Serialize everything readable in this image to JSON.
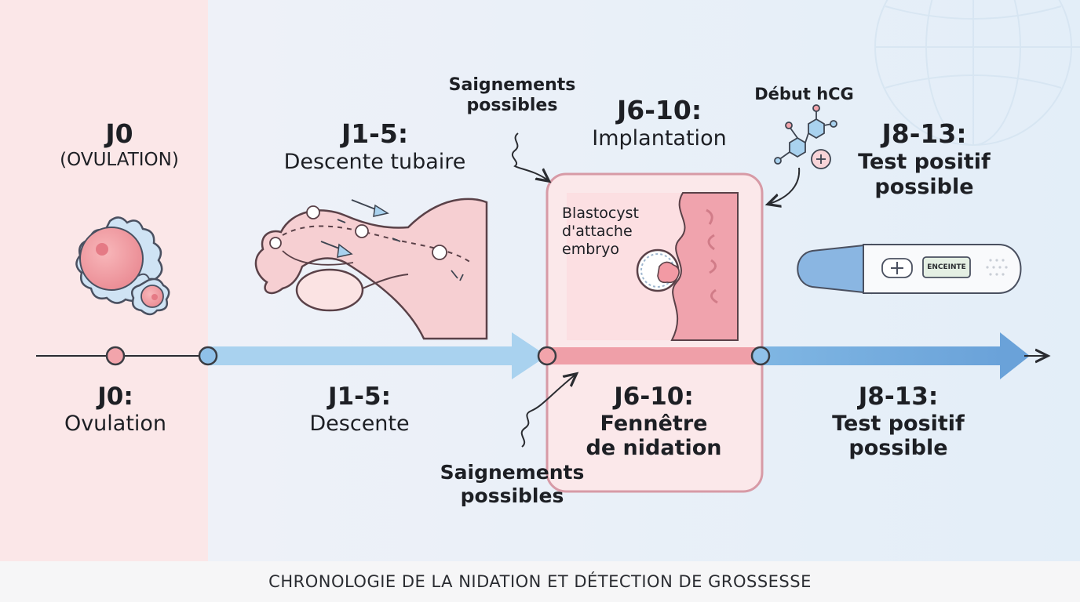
{
  "top": {
    "j0": {
      "title": "J0",
      "sub": "(OVULATION)"
    },
    "j1_5": {
      "title": "J1-5:",
      "sub": "Descente tubaire"
    },
    "j6_10": {
      "title": "J6-10:",
      "sub": "Implantation"
    },
    "j8_13": {
      "title": "J8-13:",
      "sub1": "Test positif",
      "sub2": "possible"
    }
  },
  "bottom": {
    "j0": {
      "title": "J0:",
      "sub": "Ovulation"
    },
    "j1_5": {
      "title": "J1-5:",
      "sub": "Descente"
    },
    "j6_10": {
      "title": "J6-10:",
      "sub1": "Fennêtre",
      "sub2": "de nidation"
    },
    "j8_13": {
      "title": "J8-13:",
      "sub1": "Test positif",
      "sub2": "possible"
    }
  },
  "annotations": {
    "bleeding_top_1": "Saignements",
    "bleeding_top_2": "possibles",
    "bleeding_bottom_1": "Saignements",
    "bleeding_bottom_2": "possibles",
    "hcg": "Début hCG",
    "blastocyst_1": "Blastocyst",
    "blastocyst_2": "d'attache",
    "blastocyst_3": "embryo",
    "test_window": "ENCEINTE"
  },
  "footer": "CHRONOLOGIE DE LA NIDATION ET DÉTECTION DE GROSSESSE",
  "colors": {
    "pink_panel": "#fbe7e8",
    "blue_bg": "#e6f0f9",
    "blue_arrow": "#a9d2ef",
    "blue_arrow_dark": "#7fb2e0",
    "pink_bar": "#ef9fa8",
    "implantation_box": "#fbe8ea",
    "implantation_border": "#d79aa6"
  }
}
